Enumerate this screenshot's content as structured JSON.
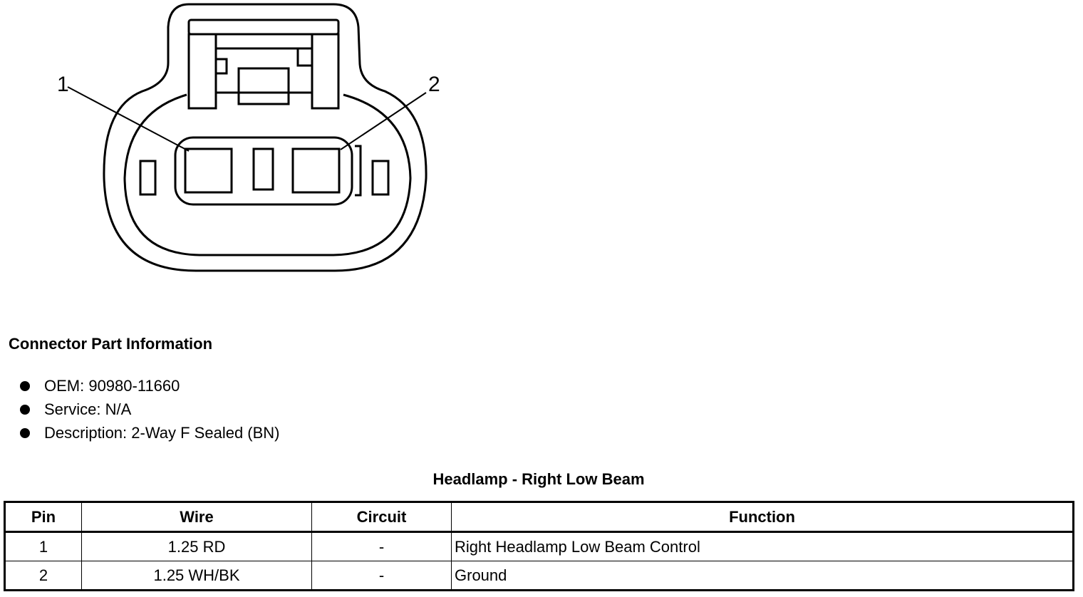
{
  "diagram": {
    "pin_labels": [
      "1",
      "2"
    ]
  },
  "part_info": {
    "heading": "Connector Part Information",
    "items": [
      "OEM: 90980-11660",
      "Service: N/A",
      "Description: 2-Way F Sealed (BN)"
    ]
  },
  "table": {
    "title": "Headlamp - Right Low Beam",
    "headers": {
      "pin": "Pin",
      "wire": "Wire",
      "circuit": "Circuit",
      "function": "Function"
    },
    "rows": [
      {
        "pin": "1",
        "wire": "1.25 RD",
        "circuit": "-",
        "function": "Right Headlamp Low Beam Control"
      },
      {
        "pin": "2",
        "wire": "1.25 WH/BK",
        "circuit": "-",
        "function": "Ground"
      }
    ]
  }
}
